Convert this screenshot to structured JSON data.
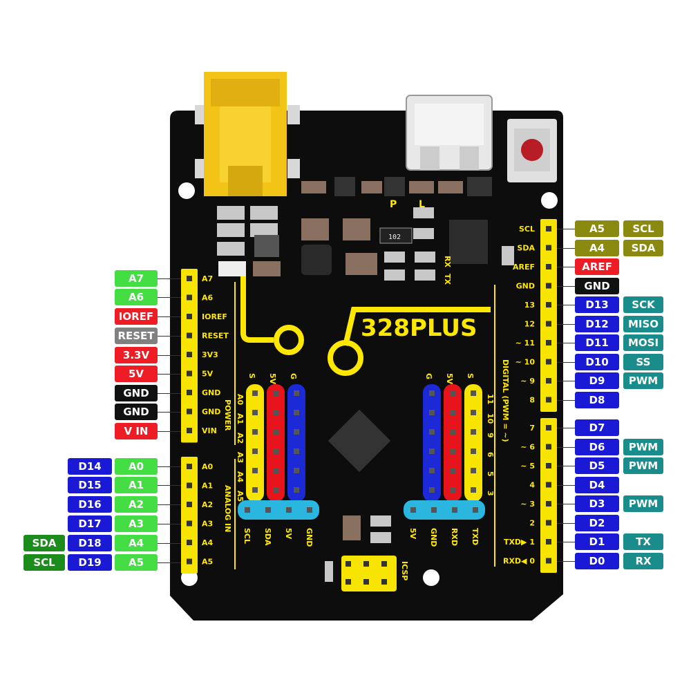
{
  "board": {
    "brand": "328PLUS",
    "pcb_text": {
      "p": "P",
      "l": "L",
      "rx": "RX",
      "tx": "TX",
      "chip": "102",
      "icsp": "ICSP",
      "power": "POWER",
      "analog_in": "ANALOG IN",
      "digital": "DIGITAL (PWM = ~)"
    },
    "left_header_power": [
      "A7",
      "A6",
      "IOREF",
      "RESET",
      "3V3",
      "5V",
      "GND",
      "GND",
      "VIN"
    ],
    "left_header_analog": [
      "A0",
      "A1",
      "A2",
      "A3",
      "A4",
      "A5"
    ],
    "right_header_top": [
      "SCL",
      "SDA",
      "AREF",
      "GND",
      "13",
      "12",
      "~ 11",
      "~ 10",
      "~ 9",
      "8"
    ],
    "right_header_bottom": [
      "7",
      "~ 6",
      "~ 5",
      "4",
      "~ 3",
      "2",
      "TXD▶ 1",
      "RXD◀ 0"
    ],
    "sensor_left_top": [
      "S",
      "5V",
      "G"
    ],
    "sensor_left_side": [
      "A0",
      "A1",
      "A2",
      "A3",
      "A4",
      "A5"
    ],
    "sensor_right_top": [
      "G",
      "5V",
      "S"
    ],
    "sensor_right_side": [
      "11",
      "10",
      "9",
      "6",
      "5",
      "3"
    ],
    "sensor_left_bottom": [
      "SCL",
      "SDA",
      "5V",
      "GND"
    ],
    "sensor_right_bottom": [
      "5V",
      "GND",
      "RXD",
      "TXD"
    ]
  },
  "left_labels": [
    {
      "text": "A7",
      "color": "#44dd44"
    },
    {
      "text": "A6",
      "color": "#44dd44"
    },
    {
      "text": "IOREF",
      "color": "#ee1c24"
    },
    {
      "text": "RESET",
      "color": "#808080"
    },
    {
      "text": "3.3V",
      "color": "#ee1c24"
    },
    {
      "text": "5V",
      "color": "#ee1c24"
    },
    {
      "text": "GND",
      "color": "#111111"
    },
    {
      "text": "GND",
      "color": "#111111"
    },
    {
      "text": "V IN",
      "color": "#ee1c24"
    },
    {
      "text": "D14",
      "color": "#1a1ad6",
      "alias": "A0"
    },
    {
      "text": "D15",
      "color": "#1a1ad6",
      "alias": "A1"
    },
    {
      "text": "D16",
      "color": "#1a1ad6",
      "alias": "A2"
    },
    {
      "text": "D17",
      "color": "#1a1ad6",
      "alias": "A3"
    },
    {
      "text": "D18",
      "color": "#1a1ad6",
      "alias": "A4",
      "extra": "SDA"
    },
    {
      "text": "D19",
      "color": "#1a1ad6",
      "alias": "A5",
      "extra": "SCL"
    }
  ],
  "right_labels": [
    {
      "text": "A5",
      "color": "#8a8a10",
      "func": "SCL",
      "func_color": "#8a8a10"
    },
    {
      "text": "A4",
      "color": "#8a8a10",
      "func": "SDA",
      "func_color": "#8a8a10"
    },
    {
      "text": "AREF",
      "color": "#ee1c24"
    },
    {
      "text": "GND",
      "color": "#111111"
    },
    {
      "text": "D13",
      "color": "#1a1ad6",
      "func": "SCK",
      "func_color": "#1a8c8c"
    },
    {
      "text": "D12",
      "color": "#1a1ad6",
      "func": "MISO",
      "func_color": "#1a8c8c"
    },
    {
      "text": "D11",
      "color": "#1a1ad6",
      "func": "MOSI",
      "func_color": "#1a8c8c"
    },
    {
      "text": "D10",
      "color": "#1a1ad6",
      "func": "SS",
      "func_color": "#1a8c8c"
    },
    {
      "text": "D9",
      "color": "#1a1ad6",
      "func": "PWM",
      "func_color": "#1a8c8c"
    },
    {
      "text": "D8",
      "color": "#1a1ad6"
    },
    {
      "text": "D7",
      "color": "#1a1ad6"
    },
    {
      "text": "D6",
      "color": "#1a1ad6",
      "func": "PWM",
      "func_color": "#1a8c8c"
    },
    {
      "text": "D5",
      "color": "#1a1ad6",
      "func": "PWM",
      "func_color": "#1a8c8c"
    },
    {
      "text": "D4",
      "color": "#1a1ad6"
    },
    {
      "text": "D3",
      "color": "#1a1ad6",
      "func": "PWM",
      "func_color": "#1a8c8c"
    },
    {
      "text": "D2",
      "color": "#1a1ad6"
    },
    {
      "text": "D1",
      "color": "#1a1ad6",
      "func": "TX",
      "func_color": "#1a8c8c"
    },
    {
      "text": "D0",
      "color": "#1a1ad6",
      "func": "RX",
      "func_color": "#1a8c8c"
    }
  ],
  "colors": {
    "pcb": "#0d0d0d",
    "header": "#f7e400",
    "accent_yellow": "#ffe800",
    "red": "#e8141c",
    "blue": "#1b2ad6",
    "cyan": "#2bb6e0",
    "silver": "#d8d8d8"
  }
}
